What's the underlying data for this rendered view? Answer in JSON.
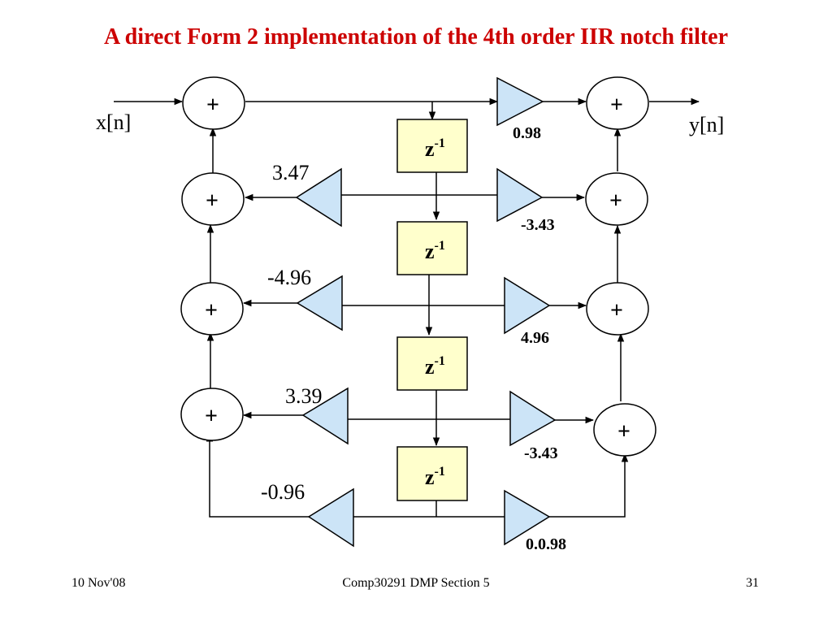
{
  "slide": {
    "title": "A direct Form 2 implementation of the 4th order IIR notch filter"
  },
  "diagram": {
    "input_label": "x[n]",
    "output_label": "y[n]",
    "adder_symbol": "+",
    "delay_label": "z",
    "delay_exponent": "-1",
    "feedback_gains": [
      "3.47",
      "-4.96",
      "3.39",
      "-0.96"
    ],
    "feedforward_gains": [
      "0.98",
      "-3.43",
      "4.96",
      "-3.43",
      "0.0.98"
    ],
    "colors": {
      "title": "#cc0000",
      "amplifier_fill": "#cce4f7",
      "delay_fill": "#ffffcc"
    }
  },
  "footer": {
    "date": "10 Nov'08",
    "course": "Comp30291 DMP Section 5",
    "page": "31"
  }
}
